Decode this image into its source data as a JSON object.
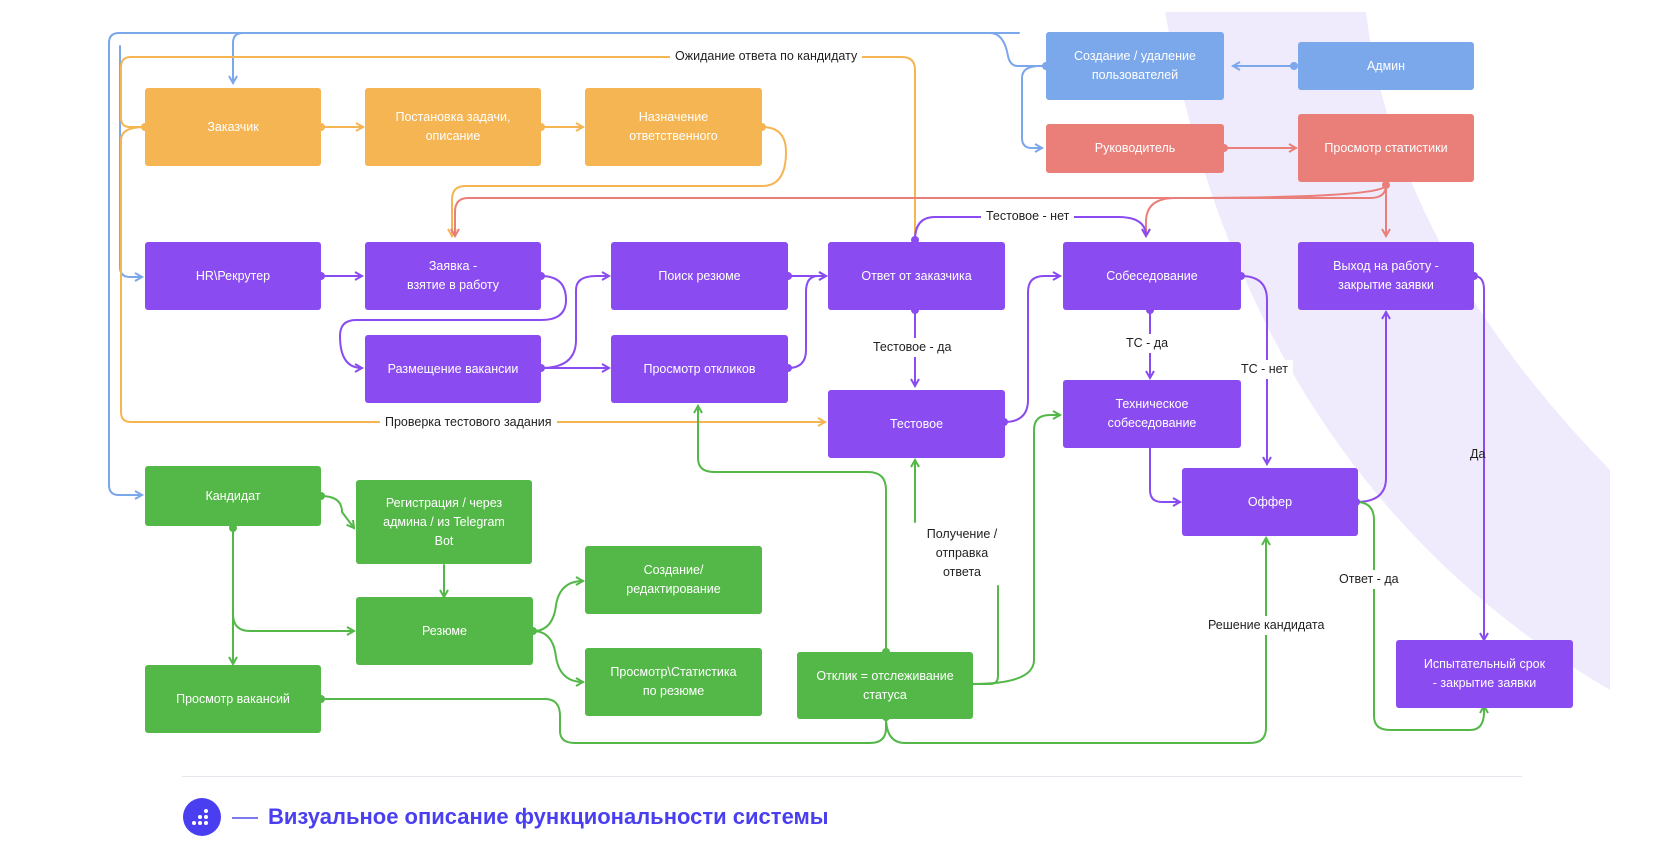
{
  "colors": {
    "orange": "#F5B553",
    "purple": "#8A4BF0",
    "green": "#54B848",
    "blue": "#7BA7EB",
    "red": "#EA7F7A",
    "background_band": "#EFEBFD",
    "footer_accent": "#4A3FF0"
  },
  "nodes": {
    "zakazchik": "Заказчик",
    "postanovka": "Постановка задачи,\nописание",
    "naznachenie": "Назначение\nответственного",
    "sozdanie_polz": "Создание / удаление\nпользователей",
    "admin": "Админ",
    "rukovoditel": "Руководитель",
    "prosmotr_stat": "Просмотр статистики",
    "hr": "HR\\Рекрутер",
    "zayavka": "Заявка -\nвзятие в работу",
    "poisk": "Поиск резюме",
    "otvet_zakazchika": "Ответ от заказчика",
    "sobesedovanie": "Собеседование",
    "vyhod": "Выход на работу -\nзакрытие заявки",
    "razmeschenie": "Размещение вакансии",
    "prosmotr_otklikov": "Просмотр откликов",
    "testovoe": "Тестовое",
    "tech_sobes": "Техническое\nсобеседование",
    "offer": "Оффер",
    "kandidat": "Кандидат",
    "registracia": "Регистрация / через\nадмина / из Telegram\nBot",
    "rezume": "Резюме",
    "sozdanie_red": "Создание/\nредактирование",
    "prosmotr_stat_rez": "Просмотр\\Статистика\nпо резюме",
    "prosmotr_vakansiy": "Просмотр вакансий",
    "otklik": "Отклик = отслеживание\nстатуса",
    "ispytatelny": "Испытательный срок\n- закрытие заявки"
  },
  "edge_labels": {
    "ozhidanie": "Ожидание ответа по кандидату",
    "testovoe_net": "Тестовое - нет",
    "testovoe_da": "Тестовое - да",
    "ts_da": "ТС - да",
    "ts_net": "ТС - нет",
    "proverka": "Проверка тестового задания",
    "da": "Да",
    "poluchenie": "Получение /\nотправка\nответа",
    "otvet_da": "Ответ - да",
    "reshenie": "Решение кандидата"
  },
  "footer": {
    "logo": "app-logo-icon",
    "title": "Визуальное описание функциональности системы"
  }
}
